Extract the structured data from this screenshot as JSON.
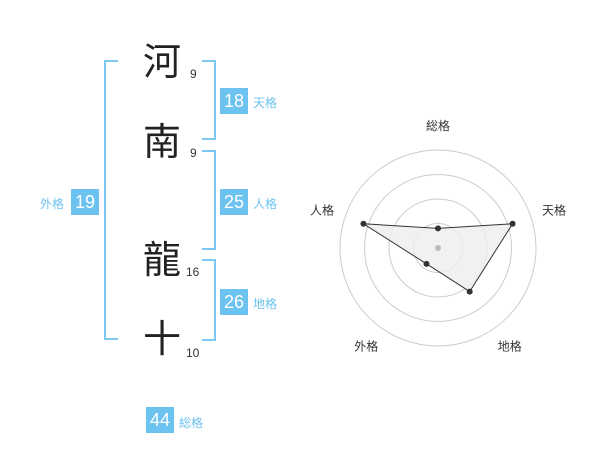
{
  "name": {
    "chars": [
      {
        "char": "河",
        "strokes": "9"
      },
      {
        "char": "南",
        "strokes": "9"
      },
      {
        "char": "龍",
        "strokes": "16"
      },
      {
        "char": "十",
        "strokes": "10"
      }
    ]
  },
  "kakusu": {
    "tenkaku": {
      "value": "18",
      "label": "天格"
    },
    "jinkaku": {
      "value": "25",
      "label": "人格"
    },
    "chikaku": {
      "value": "26",
      "label": "地格"
    },
    "gaikaku": {
      "value": "19",
      "label": "外格"
    },
    "soukaku": {
      "value": "44",
      "label": "総格"
    }
  },
  "chart_data": {
    "type": "radar",
    "axes": [
      "総格",
      "天格",
      "地格",
      "外格",
      "人格"
    ],
    "levels": 4,
    "values": [
      0.2,
      0.8,
      0.55,
      0.2,
      0.8
    ],
    "colors": {
      "fill": "#eeeeee",
      "line": "#333333",
      "grid": "#cccccc",
      "center": "#bbbbbb"
    }
  }
}
